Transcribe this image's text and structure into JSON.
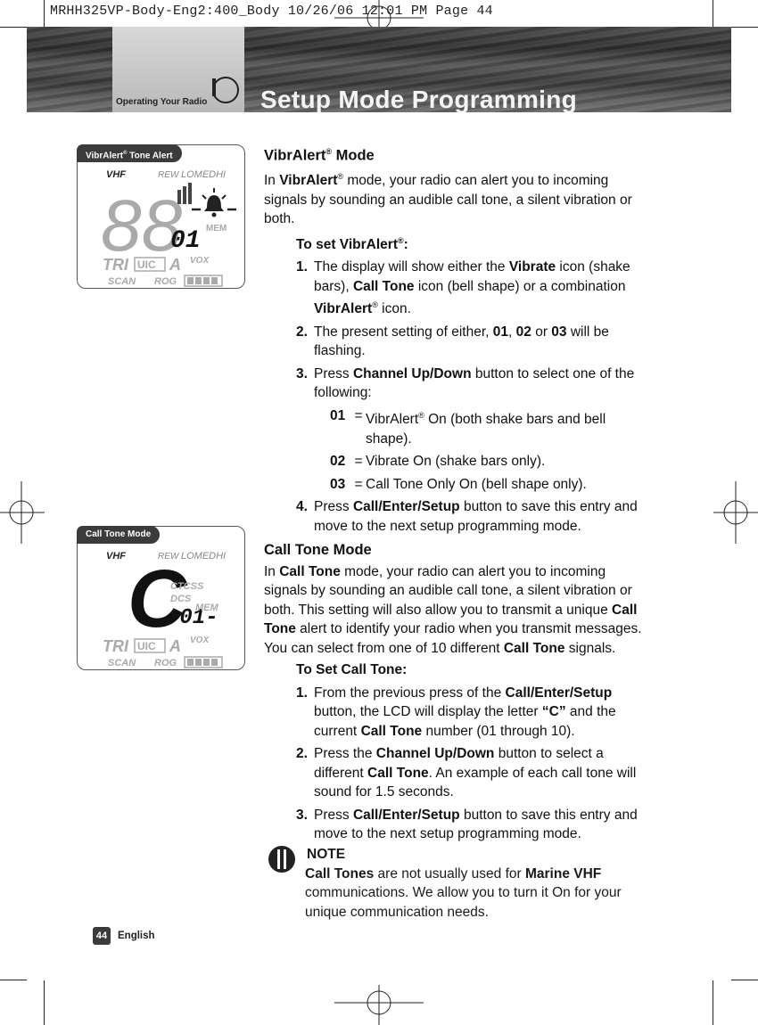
{
  "slug": "MRHH325VP-Body-Eng2:400_Body  10/26/06  12:01 PM  Page 44",
  "header": {
    "tab_label": "Operating Your Radio",
    "section_title": "Setup Mode Programming"
  },
  "lcd1": {
    "label": "VibrAlert",
    "label_sup": "®",
    "label_rest": " Tone Alert",
    "vhf": "VHF",
    "rew": "REW",
    "lomedhi": "LOMEDHI",
    "big_digits": "88",
    "small_digits": "01",
    "tri": "TRI",
    "uic": "UIC",
    "a": "A",
    "vox": "VOX",
    "scan": "SCAN",
    "rog": "ROG",
    "mem": "MEM"
  },
  "lcd2": {
    "label": "Call Tone Mode",
    "vhf": "VHF",
    "rew": "REW",
    "lomedhi": "LOMEDHI",
    "big_letter": "C",
    "small_digits": "-01-",
    "ctcss": "CTCSS",
    "dcs": "DCS",
    "mem": "MEM",
    "tri": "TRI",
    "uic": "UIC",
    "a": "A",
    "vox": "VOX",
    "scan": "SCAN",
    "rog": "ROG"
  },
  "vibralert": {
    "heading": "VibrAlert",
    "heading_sup": "®",
    "heading_rest": " Mode",
    "intro_a": "In ",
    "intro_b": "VibrAlert",
    "intro_sup": "®",
    "intro_c": " mode, your radio can alert you to incoming signals by sounding an audible call tone, a silent vibration or both.",
    "subhead": "To set VibrAlert",
    "subhead_sup": "®",
    "subhead_end": ":",
    "step1": {
      "n": "1.",
      "a": " The display will show either the ",
      "b": "Vibrate",
      "c": " icon (shake bars), ",
      "d": "Call Tone",
      "e": " icon (bell shape) or a combination ",
      "f": "VibrAlert",
      "sup": "®",
      "g": " icon."
    },
    "step2": {
      "n": "2.",
      "a": " The present setting of either, ",
      "b": "01",
      "c": ", ",
      "d": "02",
      "e": " or ",
      "f": "03",
      "g": " will be flashing."
    },
    "step3": {
      "n": "3.",
      "a": " Press ",
      "b": "Channel Up/Down",
      "c": " button to select one of the following:"
    },
    "options": [
      {
        "code": "01",
        "eq": "=",
        "text_a": "VibrAlert",
        "sup": "®",
        "text_b": " On (both shake bars and bell shape)."
      },
      {
        "code": "02",
        "eq": "=",
        "text_a": "Vibrate On (shake bars only).",
        "sup": "",
        "text_b": ""
      },
      {
        "code": "03",
        "eq": "=",
        "text_a": "Call Tone Only On (bell shape only).",
        "sup": "",
        "text_b": ""
      }
    ],
    "step4": {
      "n": "4.",
      "a": " Press ",
      "b": "Call/Enter/Setup",
      "c": " button to save this entry and move to the next setup programming mode."
    }
  },
  "calltone": {
    "heading": "Call Tone Mode",
    "intro": {
      "a": "In ",
      "b": "Call Tone",
      "c": " mode, your radio can alert you to incoming signals by sounding an audible call tone, a silent vibration or both. This setting will also allow you to transmit a unique ",
      "d": "Call Tone",
      "e": " alert to identify your radio when you transmit messages. You can select from one of 10 different ",
      "f": "Call Tone",
      "g": " signals."
    },
    "subhead": "To Set Call Tone:",
    "step1": {
      "n": "1.",
      "a": " From the previous press of the ",
      "b": "Call/Enter/Setup",
      "c": " button, the LCD will display the letter ",
      "d": "“C”",
      "e": " and the current ",
      "f": "Call Tone",
      "g": " number (01 through 10)."
    },
    "step2": {
      "n": "2.",
      "a": " Press the ",
      "b": "Channel Up/Down",
      "c": " button to select a different ",
      "d": "Call Tone",
      "e": ". An example of each call tone will sound for 1.5 seconds."
    },
    "step3": {
      "n": "3.",
      "a": " Press ",
      "b": "Call/Enter/Setup",
      "c": " button to save this entry and move to the next setup programming mode."
    }
  },
  "note": {
    "head": "NOTE",
    "a": "Call Tones",
    "b": " are not usually used for ",
    "c": "Marine VHF",
    "d": " communications. We allow you to turn it On for your unique communication needs."
  },
  "footer": {
    "page_number": "44",
    "language": "English"
  }
}
